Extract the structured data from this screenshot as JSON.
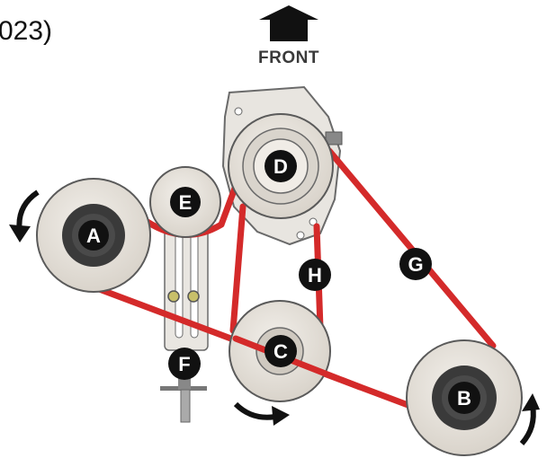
{
  "partial_title": "023)",
  "front_label": "FRONT",
  "pulleys": {
    "a": "A",
    "b": "B",
    "c": "C",
    "d": "D",
    "e": "E",
    "f": "F"
  },
  "belts": {
    "g": "G",
    "h": "H"
  },
  "colors": {
    "belt": "#d42a2a",
    "pulley_fill": "#e6e1da",
    "pulley_edge": "#5a5a5a",
    "hub_dark": "#3a3a3a",
    "label_bg": "#111111",
    "arrow": "#111111"
  },
  "icons": {
    "front_arrow": "up-arrow-icon",
    "rotation_a": "curved-arrow-ccw-icon",
    "rotation_c": "curved-arrow-cw-icon",
    "rotation_b": "curved-arrow-cw-icon"
  }
}
